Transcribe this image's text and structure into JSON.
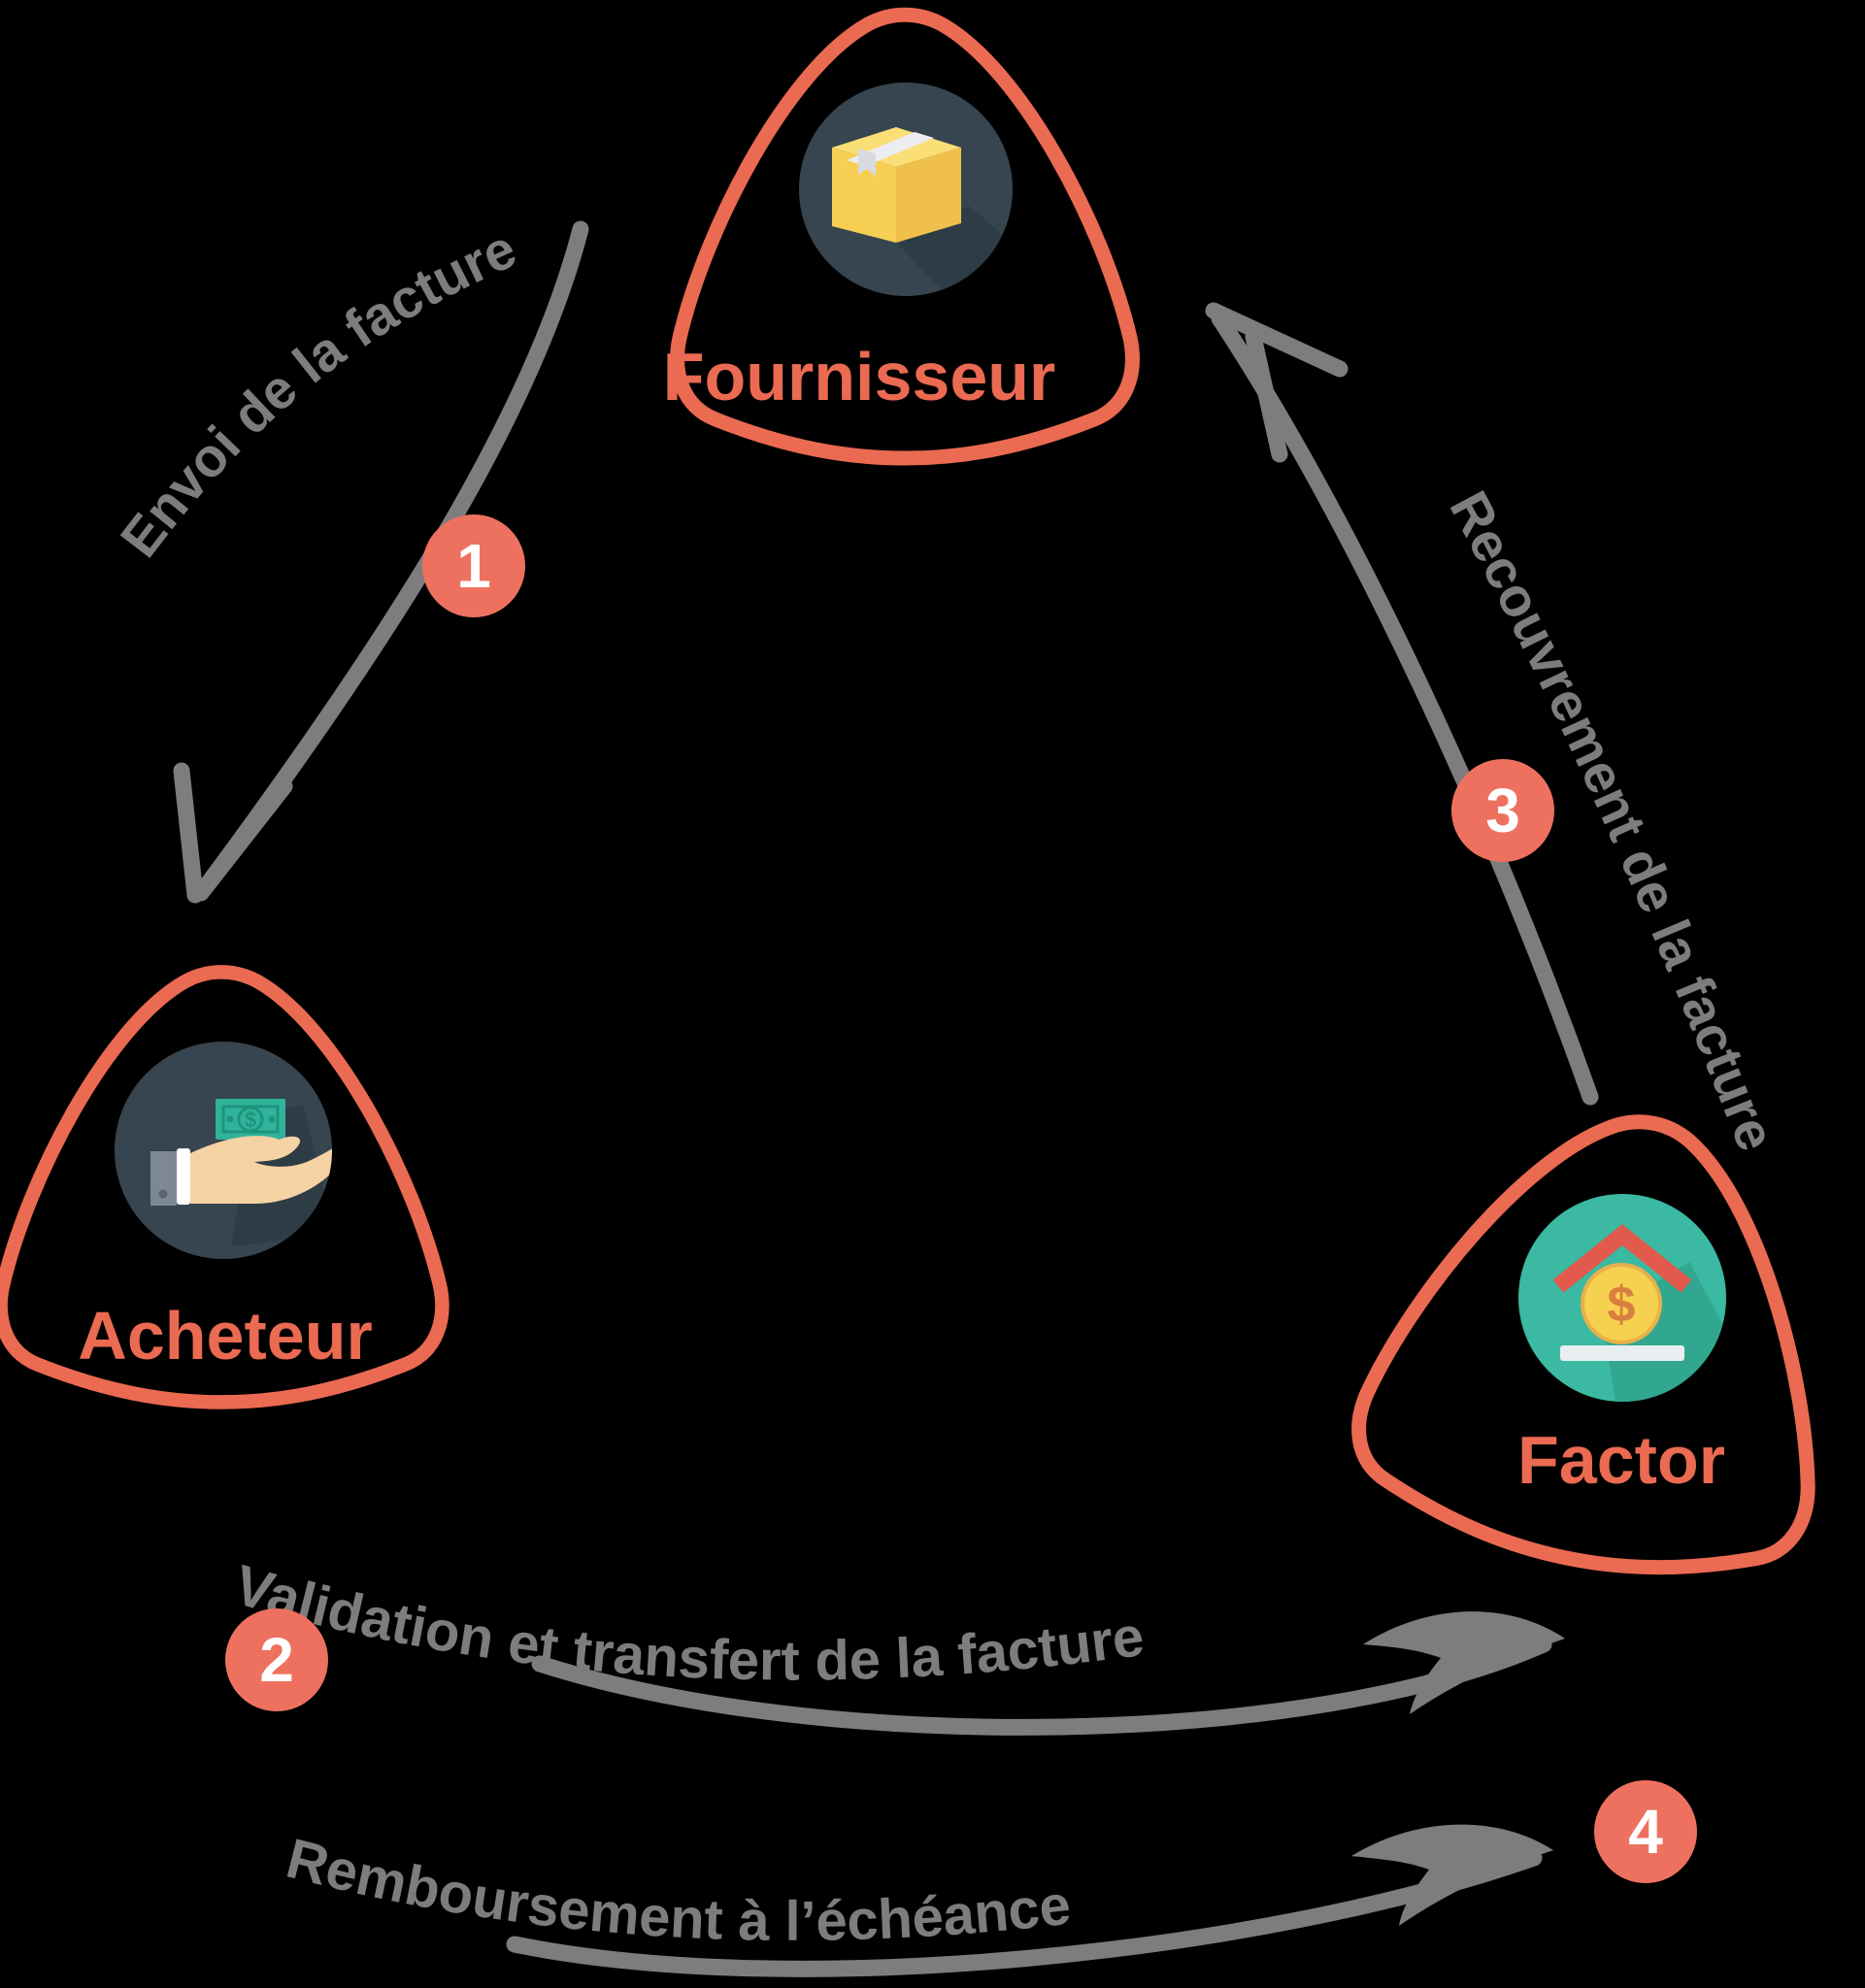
{
  "diagram_title": "Affacturage flow diagram",
  "background": "#000000",
  "colors": {
    "accent_orange": "#EB6A52",
    "badge_orange": "#EE7160",
    "arrow_gray": "#7D7D7D",
    "node_circle_dark": "#36454F",
    "node_circle_dark_shadow": "#2E3C46",
    "factor_circle_teal": "#3BB9A2",
    "factor_circle_teal_shadow": "#31A78F",
    "package_yellow": "#F7CF52",
    "bill_green": "#2FB39B",
    "coin_yellow": "#F6D04F",
    "roof_red": "#E25A4C",
    "label_white": "#FFFFFF"
  },
  "nodes": [
    {
      "id": "fournisseur",
      "label": "Fournisseur",
      "icon": "package-box-icon"
    },
    {
      "id": "acheteur",
      "label": "Acheteur",
      "icon": "hand-money-icon"
    },
    {
      "id": "factor",
      "label": "Factor",
      "icon": "bank-icon"
    }
  ],
  "flows": [
    {
      "number": "1",
      "label": "Envoi de la facture",
      "from": "Fournisseur",
      "to": "Acheteur"
    },
    {
      "number": "2",
      "label": "Validation et transfert de la facture",
      "from": "Acheteur",
      "to": "Factor"
    },
    {
      "number": "3",
      "label": "Recouvrement de la facture",
      "from": "Factor",
      "to": "Fournisseur"
    },
    {
      "number": "4",
      "label": "Remboursement à l’échéance",
      "from": "Acheteur",
      "to": "Factor"
    }
  ],
  "icons": {
    "dollar": "$"
  }
}
